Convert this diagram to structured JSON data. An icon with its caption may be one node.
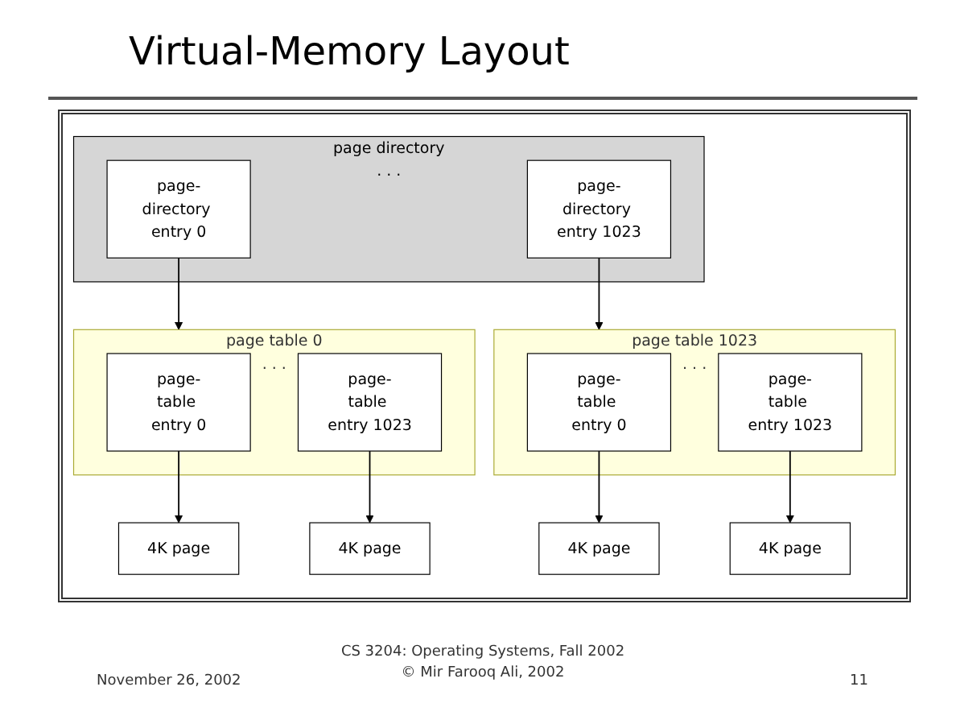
{
  "diagram": {
    "title": "Virtual-Memory Layout",
    "nodes": [
      {
        "text": [
          "page directory",
          ". . ."
        ]
      },
      {
        "text": [
          "page-directory entry 0"
        ],
        "in": 0
      },
      {
        "text": [
          "page-directory entry 1023"
        ],
        "in": 0
      },
      {
        "text": [
          "page table 0",
          ". . ."
        ]
      },
      {
        "text": [
          "page-table entry 0"
        ],
        "in": 3
      },
      {
        "text": [
          "page-table entry 1023"
        ],
        "in": 3
      },
      {
        "text": [
          "page table 1023",
          ". . ."
        ]
      },
      {
        "text": [
          "page-table entry 0"
        ],
        "in": 6
      },
      {
        "text": [
          "page-table entry 1023"
        ],
        "in": 6
      },
      {
        "text": [
          "4K page"
        ]
      },
      {
        "text": [
          "4K page"
        ]
      },
      {
        "text": [
          "4K page"
        ]
      },
      {
        "text": [
          "4K page"
        ]
      }
    ],
    "edges": [
      {
        "from": 1,
        "to": 3,
        "arrow": "to"
      },
      {
        "from": 2,
        "to": 6,
        "arrow": "to"
      },
      {
        "from": 4,
        "to": 9,
        "arrow": "to"
      },
      {
        "from": 5,
        "to": 10,
        "arrow": "to"
      },
      {
        "from": 7,
        "to": 11,
        "arrow": "to"
      },
      {
        "from": 8,
        "to": 12,
        "arrow": "to"
      }
    ],
    "labels": [
      "November 26, 2002",
      "CS 3204: Operating Systems, Fall 2002",
      "© Mir Farooq Ali, 2002",
      "11"
    ]
  }
}
